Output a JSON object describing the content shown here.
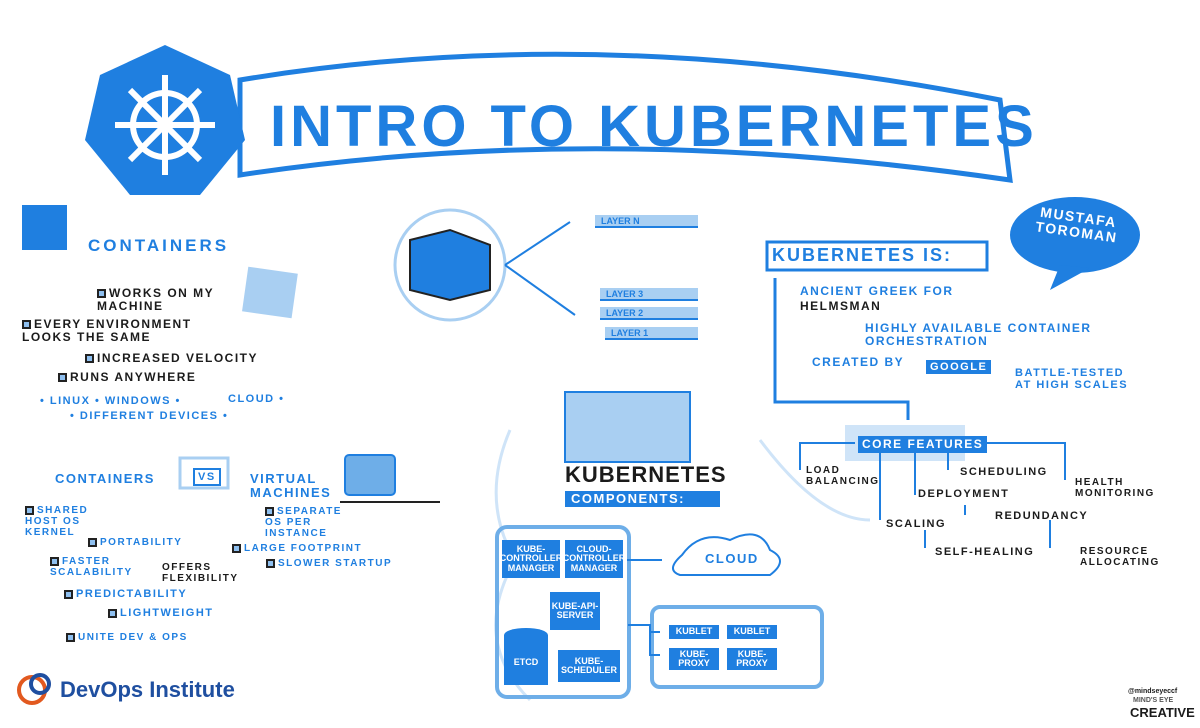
{
  "title": "Intro to Kubernetes",
  "author": "Mustafa Toroman",
  "containers": {
    "heading": "Containers",
    "items": [
      "Works on my machine",
      "Every environment looks the same",
      "Increased velocity",
      "Runs anywhere"
    ],
    "platforms": [
      "• Linux • Windows •",
      "Cloud •",
      "• Different devices •"
    ]
  },
  "layers": [
    "Layer N",
    "Layer 3",
    "Layer 2",
    "Layer 1"
  ],
  "kubernetes_is": {
    "heading": "Kubernetes is:",
    "line1": "Ancient Greek for",
    "line1b": "Helmsman",
    "line2": "Highly available container orchestration",
    "line3": "Created by",
    "google": "Google",
    "line4": "Battle-tested at high scales"
  },
  "core_features": {
    "heading": "Core Features",
    "items": [
      "Load balancing",
      "Scheduling",
      "Health monitoring",
      "Deployment",
      "Redundancy",
      "Scaling",
      "Self-healing",
      "Resource allocating"
    ]
  },
  "components": {
    "heading": "Kubernetes",
    "subheading": "Components:",
    "control": [
      "Kube-controller manager",
      "Cloud-controller manager",
      "Kube-api-server",
      "ETCD",
      "Kube-scheduler"
    ],
    "cloud": "Cloud",
    "nodes": [
      "Kublet",
      "Kublet",
      "Kube-proxy",
      "Kube-proxy"
    ]
  },
  "comparison": {
    "left": "Containers",
    "vs": "VS",
    "right": "Virtual machines",
    "container_items": [
      "Shared host OS kernel",
      "Portability",
      "Faster scalability",
      "Predictability",
      "Lightweight",
      "Unite Dev & Ops"
    ],
    "offers": "Offers flexibility",
    "vm_items": [
      "Separate OS per instance",
      "Large footprint",
      "Slower startup"
    ]
  },
  "logo": {
    "name": "DevOps Institute"
  },
  "credit": {
    "handle": "@mindseyeccf",
    "line1": "Mind's Eye",
    "line2": "Creative"
  },
  "colors": {
    "primary": "#1f7fe0",
    "light": "#a9cff2"
  }
}
